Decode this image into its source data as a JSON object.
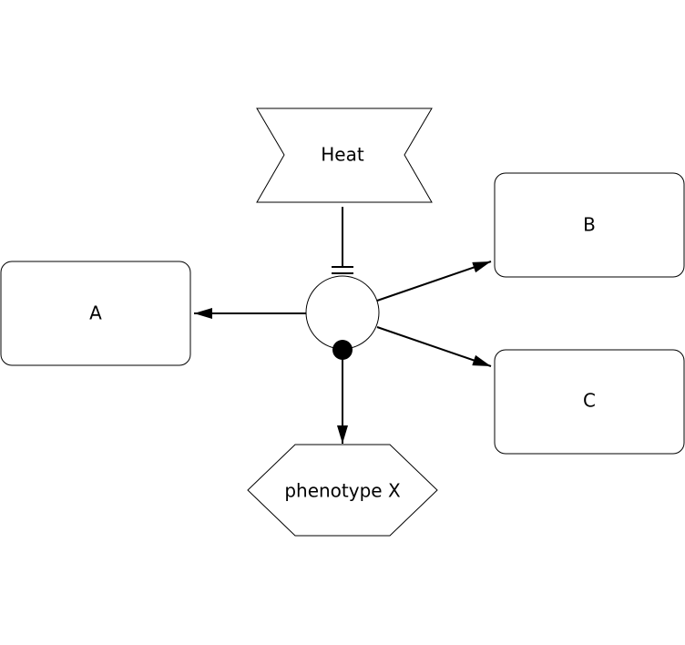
{
  "nodes": {
    "heat": {
      "label": "Heat",
      "shape": "perturbation"
    },
    "a": {
      "label": "A",
      "shape": "macromolecule"
    },
    "b": {
      "label": "B",
      "shape": "macromolecule"
    },
    "c": {
      "label": "C",
      "shape": "macromolecule"
    },
    "phenotype": {
      "label": "phenotype X",
      "shape": "phenotype"
    },
    "process": {
      "label": "",
      "shape": "process-circle"
    }
  },
  "edges": [
    {
      "from": "heat",
      "to": "process",
      "type": "inhibition"
    },
    {
      "from": "process",
      "to": "a",
      "type": "production"
    },
    {
      "from": "process",
      "to": "b",
      "type": "production"
    },
    {
      "from": "process",
      "to": "c",
      "type": "production"
    },
    {
      "from": "process",
      "to": "phenotype",
      "type": "production"
    }
  ],
  "colors": {
    "stroke": "#000000",
    "fill": "#ffffff"
  }
}
